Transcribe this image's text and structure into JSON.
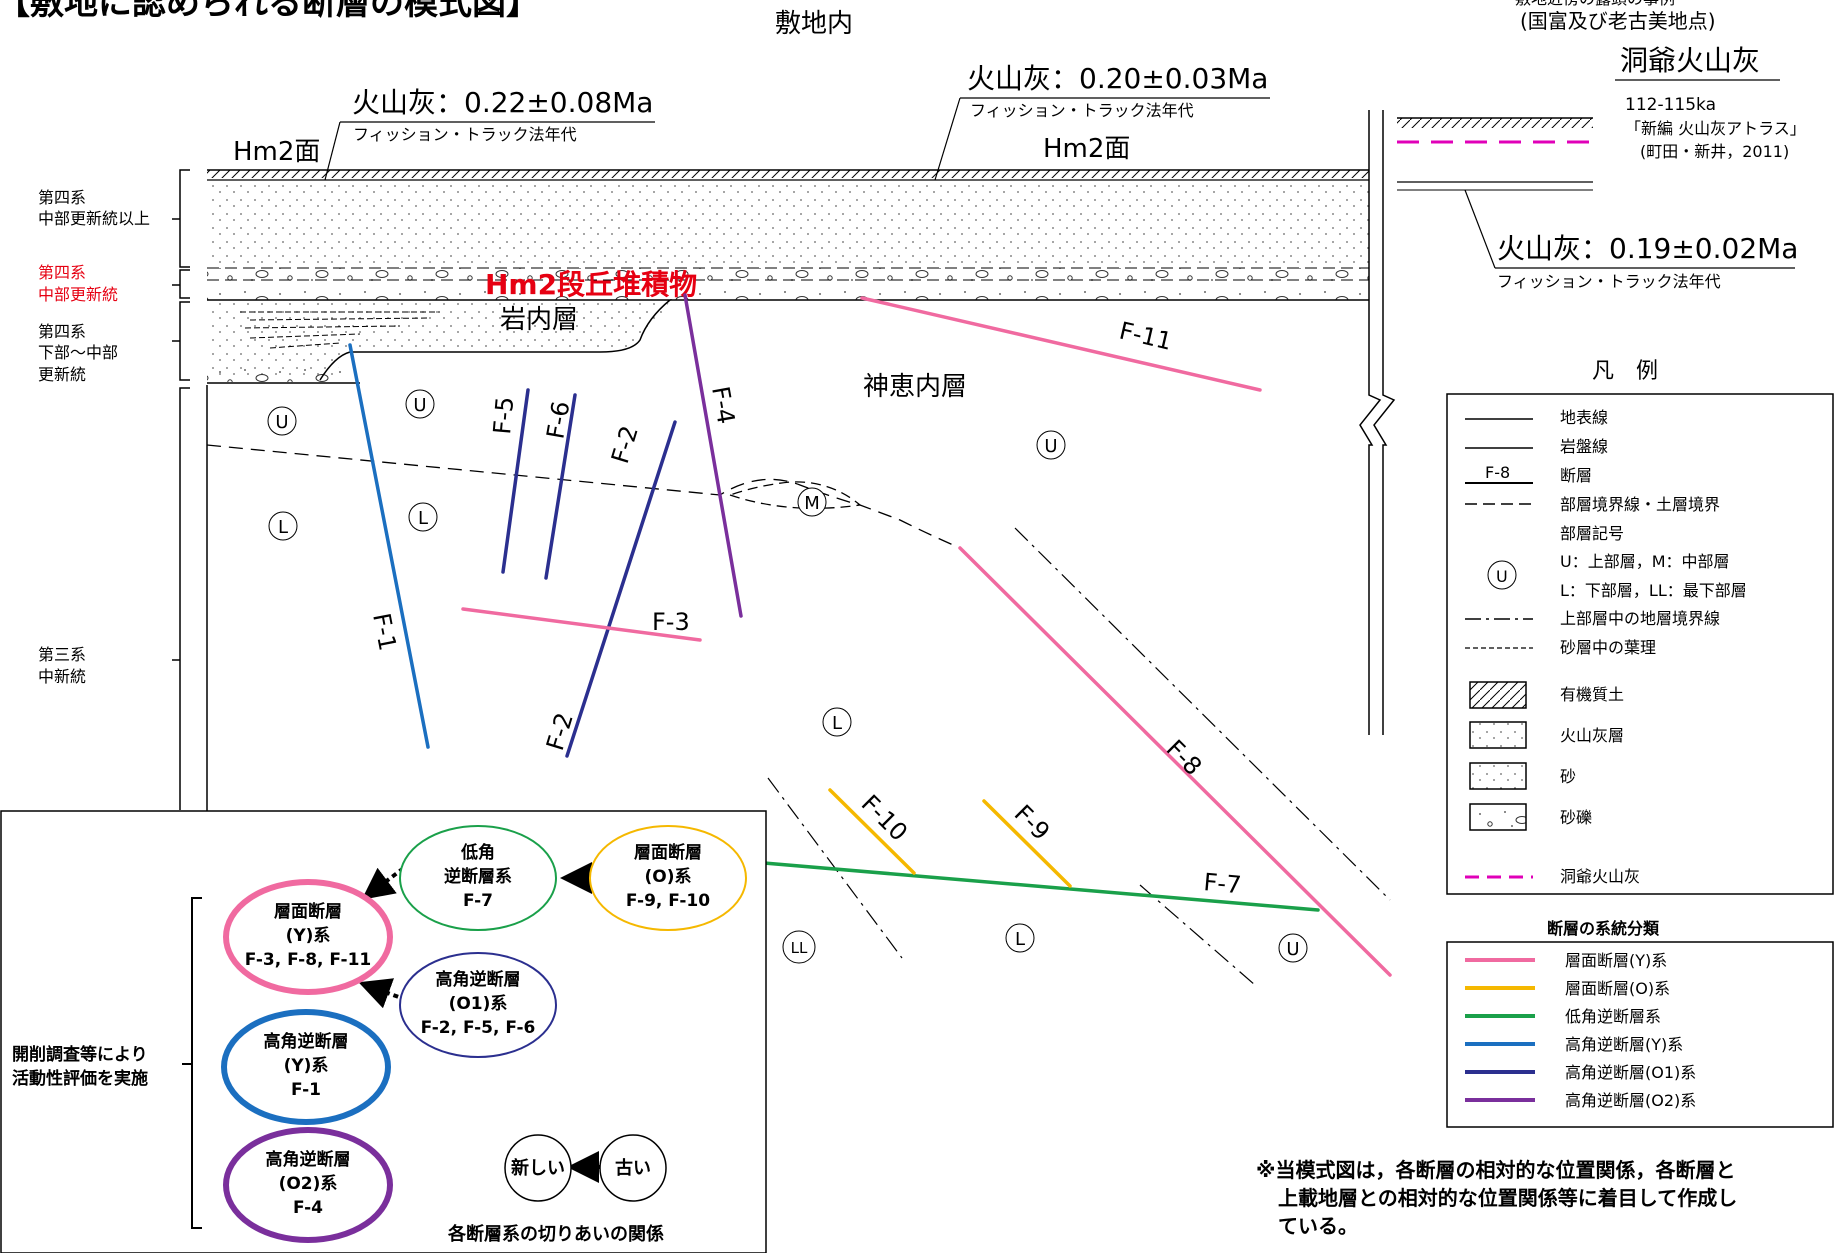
{
  "title": "【敷地に認められる断層の模式図】",
  "section_label": "敷地内",
  "reference_label_line1": "敷地近傍の露頭の事例",
  "reference_label_line2": "(国富及び老古美地点)",
  "toya_label": "洞爺火山灰",
  "toya_age": "112-115ka",
  "toya_ref1": "「新編 火山灰アトラス」",
  "toya_ref2": "(町田・新井，2011)",
  "ash_left": "火山灰：0.22±0.08Ma",
  "ash_mid": "火山灰：0.20±0.03Ma",
  "ash_right": "火山灰：0.19±0.02Ma",
  "ft_method": "フィッション・トラック法年代",
  "hm2_surface": "Hm2面",
  "hm2_deposit": "Hm2段丘堆積物",
  "iwanai": "岩内層",
  "kamuenai": "神恵内層",
  "age_labels": {
    "q_mid_above": [
      "第四系",
      "中部更新統以上"
    ],
    "q_mid": [
      "第四系",
      "中部更新統"
    ],
    "q_low_mid": [
      "第四系",
      "下部～中部",
      "更新統"
    ],
    "tertiary": [
      "第三系",
      "中新統"
    ]
  },
  "unit_symbols": [
    "U",
    "M",
    "L",
    "LL"
  ],
  "faults": [
    "F-1",
    "F-2",
    "F-3",
    "F-4",
    "F-5",
    "F-6",
    "F-7",
    "F-8",
    "F-9",
    "F-10",
    "F-11"
  ],
  "legend": {
    "title": "凡　例",
    "items": [
      "地表線",
      "岩盤線",
      "断層",
      "部層境界線・土層境界",
      "部層記号",
      "U：上部層，M：中部層",
      "L：下部層，LL：最下部層",
      "上部層中の地層境界線",
      "砂層中の葉理",
      "有機質土",
      "火山灰層",
      "砂",
      "砂礫",
      "洞爺火山灰"
    ],
    "sample_fault": "F-8",
    "sample_unit": "U",
    "fault_class_title": "断層の系統分類",
    "fault_classes": [
      {
        "label": "層面断層(Y)系",
        "color": "#f06aa0"
      },
      {
        "label": "層面断層(O)系",
        "color": "#f5b800"
      },
      {
        "label": "低角逆断層系",
        "color": "#1aa04a"
      },
      {
        "label": "高角逆断層(Y)系",
        "color": "#1b6fc0"
      },
      {
        "label": "高角逆断層(O1)系",
        "color": "#2b2f8f"
      },
      {
        "label": "高角逆断層(O2)系",
        "color": "#7a2f9c"
      }
    ]
  },
  "note": [
    "※当模式図は，各断層の相対的な位置関係，各断層と",
    "上載地層との相対的な位置関係等に着目して作成し",
    "ている。"
  ],
  "inset": {
    "side_label": [
      "開削調査等により",
      "活動性評価を実施"
    ],
    "caption": "各断層系の切りあいの関係",
    "new_label": "新しい",
    "old_label": "古い",
    "groups": [
      {
        "lines": [
          "層面断層",
          "(Y)系",
          "F-3, F-8, F-11"
        ],
        "color": "#f06aa0"
      },
      {
        "lines": [
          "高角逆断層",
          "(Y)系",
          "F-1"
        ],
        "color": "#1b6fc0"
      },
      {
        "lines": [
          "高角逆断層",
          "(O2)系",
          "F-4"
        ],
        "color": "#7a2f9c"
      },
      {
        "lines": [
          "低角",
          "逆断層系",
          "F-7"
        ],
        "color": "#1aa04a"
      },
      {
        "lines": [
          "層面断層",
          "(O)系",
          "F-9, F-10"
        ],
        "color": "#f5b800"
      },
      {
        "lines": [
          "高角逆断層",
          "(O1)系",
          "F-2, F-5, F-6"
        ],
        "color": "#2b2f8f"
      }
    ]
  }
}
